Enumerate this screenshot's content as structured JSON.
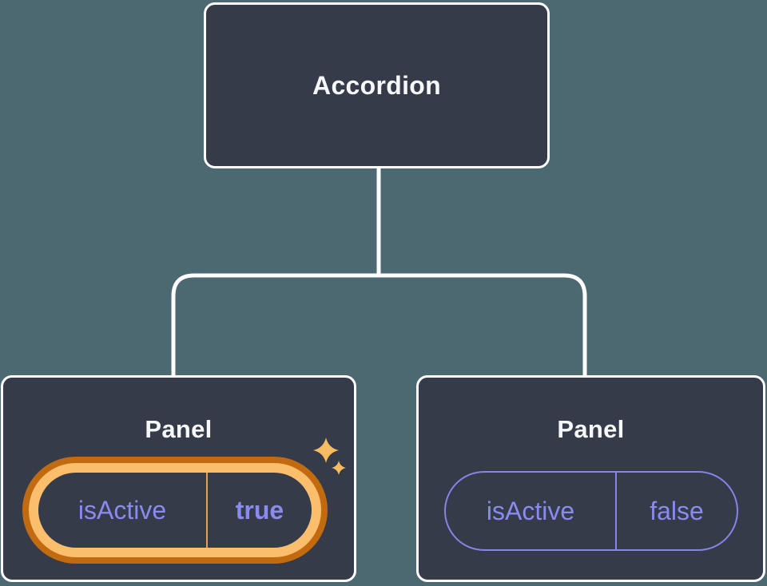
{
  "colors": {
    "background": "#4C6871",
    "node_fill": "#353B48",
    "node_border": "#FDFDFE",
    "connector": "#FDFDFE",
    "text_light": "#F6F7F9",
    "accent_purple_text": "#8A8AF0",
    "accent_purple_border": "#8585E8",
    "highlight_ring_inner": "#FBBE6C",
    "highlight_ring_outer": "#C26A10",
    "highlight_divider": "#DFA14E",
    "sparkle": "#F7BB62"
  },
  "tree": {
    "root": {
      "label": "Accordion"
    },
    "children": [
      {
        "title": "Panel",
        "prop": {
          "name": "isActive",
          "value": "true"
        },
        "highlighted": true,
        "icon": "sparkles-icon"
      },
      {
        "title": "Panel",
        "prop": {
          "name": "isActive",
          "value": "false"
        },
        "highlighted": false
      }
    ]
  }
}
